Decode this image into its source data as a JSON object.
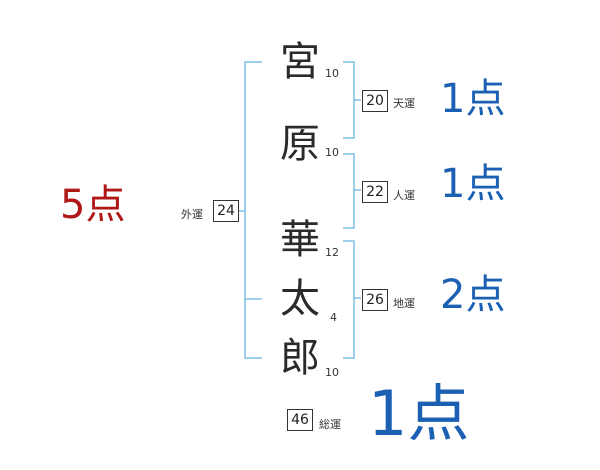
{
  "colors": {
    "bracket": "#7fc1e8",
    "blue_score": "#1c60b4",
    "red_score": "#b01818"
  },
  "name_chars": [
    {
      "char": "宮",
      "strokes": "10"
    },
    {
      "char": "原",
      "strokes": "10"
    },
    {
      "char": "華",
      "strokes": "12"
    },
    {
      "char": "太",
      "strokes": "4"
    },
    {
      "char": "郎",
      "strokes": "10"
    }
  ],
  "fortunes": {
    "ten": {
      "label": "天運",
      "value": "20",
      "score": "1点"
    },
    "jin": {
      "label": "人運",
      "value": "22",
      "score": "1点"
    },
    "chi": {
      "label": "地運",
      "value": "26",
      "score": "2点"
    },
    "gai": {
      "label": "外運",
      "value": "24",
      "score": "5点"
    },
    "sou": {
      "label": "総運",
      "value": "46",
      "score": "1点"
    }
  }
}
